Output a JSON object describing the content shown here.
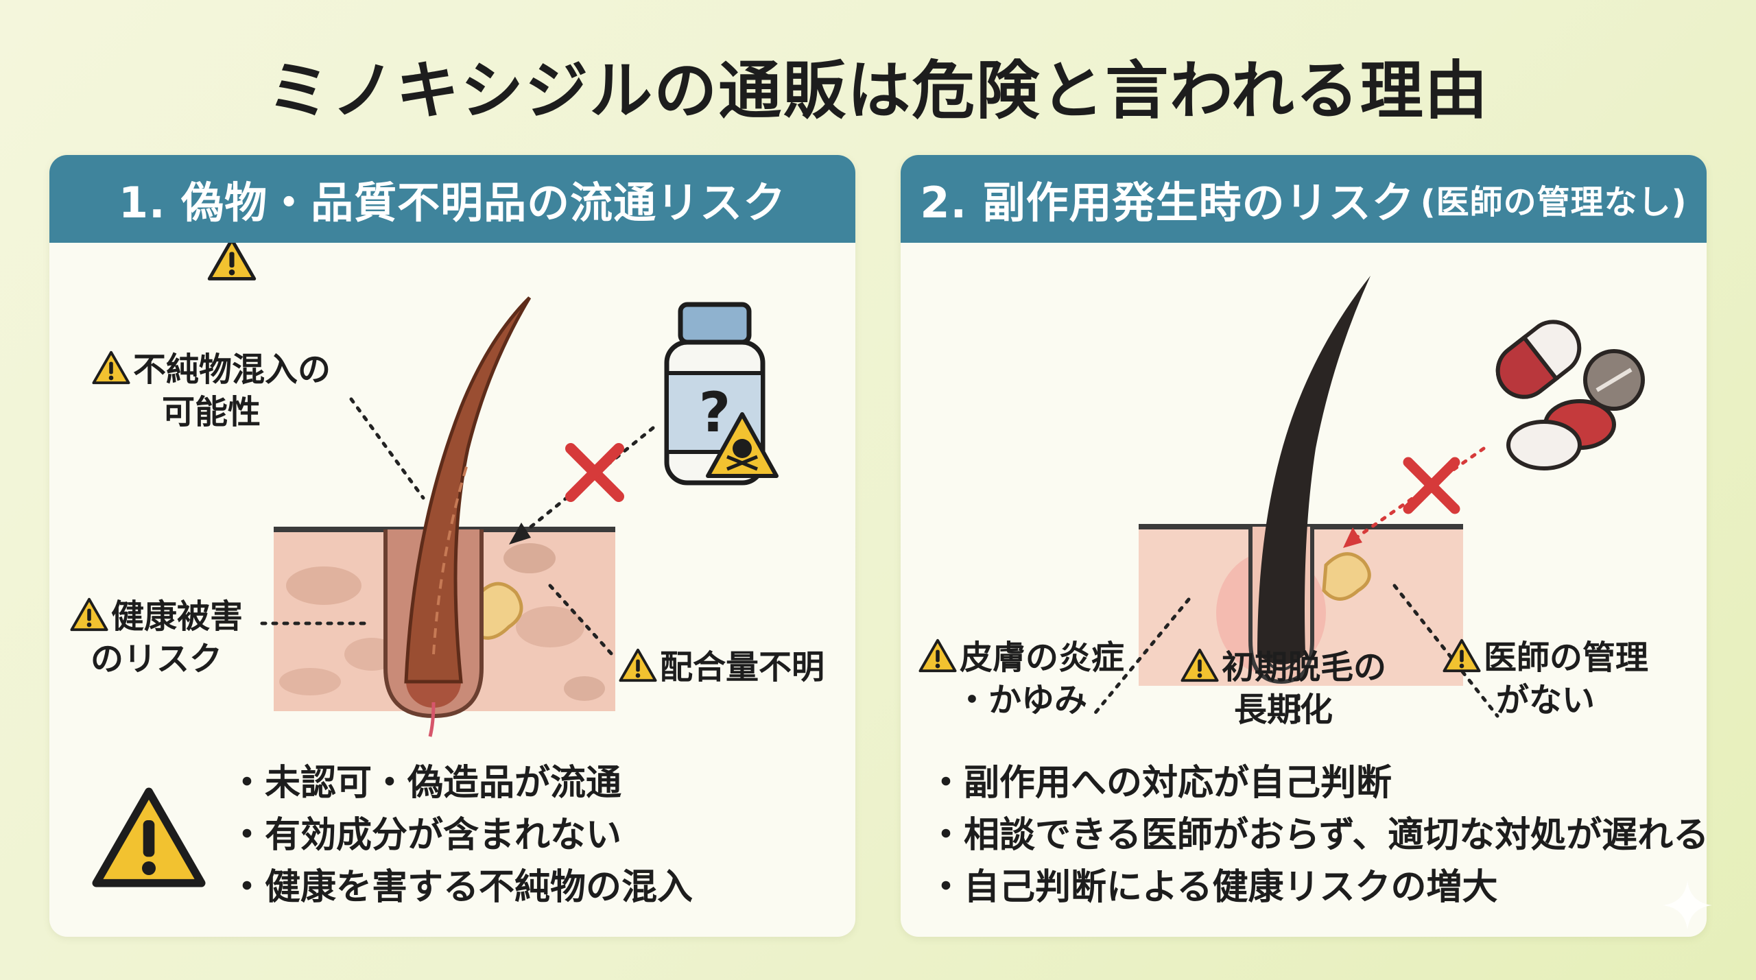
{
  "title": "ミノキシジルの通販は危険と言われる理由",
  "panel1": {
    "header": "1. 偽物・品質不明品の流通リスク",
    "labels": {
      "impurity": [
        "不純物混入の",
        "可能性"
      ],
      "health": [
        "健康被害",
        "のリスク"
      ],
      "dosage": "配合量不明"
    },
    "bottle_mark": "?",
    "bullets": [
      "未認可・偽造品が流通",
      "有効成分が含まれない",
      "健康を害する不純物の混入"
    ]
  },
  "panel2": {
    "header": "2. 副作用発生時のリスク",
    "header_sub": "(医師の管理なし)",
    "labels": {
      "skin": [
        "皮膚の炎症",
        "・かゆみ"
      ],
      "shedding": [
        "初期脱毛の",
        "長期化"
      ],
      "doctor": [
        "医師の管理",
        "がない"
      ]
    },
    "bullets": [
      "副作用への対応が自己判断",
      "相談できる医師がおらず、適切な対処が遅れる",
      "自己判断による健康リスクの増大"
    ]
  },
  "icons": {
    "warning": "warning-triangle-icon",
    "cross": "cross-icon",
    "skull": "skull-icon",
    "pills": "pills-icon",
    "bottle": "medicine-bottle-icon"
  },
  "colors": {
    "header_bg": "#3f849c",
    "warning_yellow": "#f2c230",
    "cross_red": "#d63a3a"
  }
}
